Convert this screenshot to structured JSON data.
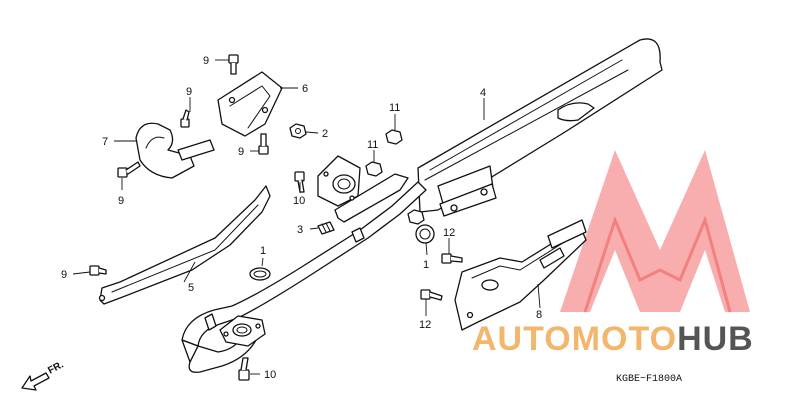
{
  "diagram": {
    "callouts": {
      "c1a": "1",
      "c1b": "1",
      "c2": "2",
      "c3": "3",
      "c4": "4",
      "c5": "5",
      "c6": "6",
      "c7": "7",
      "c8": "8",
      "c9a": "9",
      "c9b": "9",
      "c9c": "9",
      "c9d": "9",
      "c9e": "9",
      "c10a": "10",
      "c10b": "10",
      "c11a": "11",
      "c11b": "11",
      "c12a": "12",
      "c12b": "12"
    },
    "direction_label": "FR.",
    "diagram_code": "KGBE−F1800A"
  },
  "watermark": {
    "text_left": "AUTOMOTO",
    "text_right": "HUB",
    "color_left": "#f2b66d",
    "color_right": "#555555",
    "logo_color": "#ef3b3b"
  }
}
